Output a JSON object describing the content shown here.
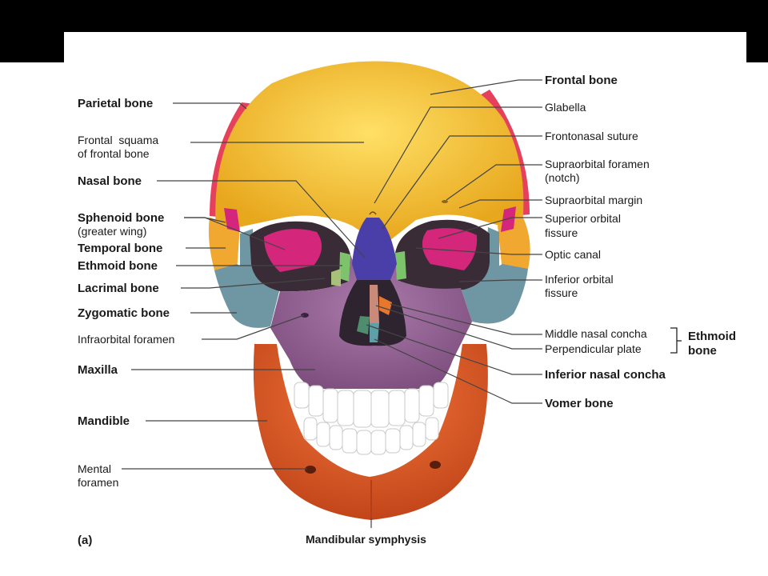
{
  "labels": {
    "frontal_bone": "Frontal bone",
    "glabella": "Glabella",
    "frontonasal_suture": "Frontonasal suture",
    "supraorbital_foramen_1": "Supraorbital foramen",
    "supraorbital_foramen_2": "(notch)",
    "supraorbital_margin": "Supraorbital margin",
    "superior_orbital_1": "Superior orbital",
    "superior_orbital_2": "fissure",
    "optic_canal": "Optic canal",
    "inferior_orbital_1": "Inferior orbital",
    "inferior_orbital_2": "fissure",
    "middle_nasal_concha": "Middle nasal concha",
    "perpendicular_plate": "Perpendicular plate",
    "ethmoid_1": "Ethmoid",
    "ethmoid_2": "bone",
    "inferior_nasal_concha": "Inferior nasal concha",
    "vomer_bone": "Vomer bone",
    "mandibular_symphysis": "Mandibular symphysis",
    "parietal_bone": "Parietal bone",
    "frontal_squama_1": "Frontal  squama",
    "frontal_squama_2": "of frontal bone",
    "nasal_bone": "Nasal bone",
    "sphenoid_1": "Sphenoid bone",
    "sphenoid_2": "(greater wing)",
    "temporal_bone": "Temporal bone",
    "ethmoid_bone": "Ethmoid bone",
    "lacrimal_bone": "Lacrimal bone",
    "zygomatic_bone": "Zygomatic bone",
    "infraorbital_foramen": "Infraorbital foramen",
    "maxilla": "Maxilla",
    "mandible": "Mandible",
    "mental_foramen_1": "Mental",
    "mental_foramen_2": "foramen",
    "panel_letter": "(a)"
  },
  "colors": {
    "frontal": "#F7C12E",
    "parietal": "#E5415C",
    "sphenoid": "#D4267A",
    "temporal": "#F0A830",
    "zygomatic": "#6F96A3",
    "maxilla": "#8E5A8E",
    "mandible": "#E05A23",
    "nasal": "#4A3FA8",
    "ethmoid": "#7CC36B",
    "teeth": "#FFFFFF",
    "cavity": "#2E2430"
  }
}
